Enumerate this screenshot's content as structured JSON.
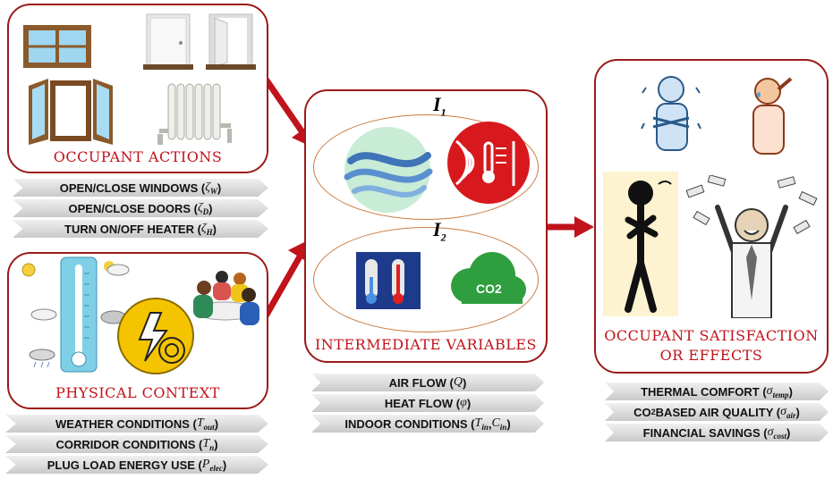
{
  "occupant_actions": {
    "title": "OCCUPANT ACTIONS",
    "items": [
      {
        "text": "OPEN/CLOSE WINDOWS (",
        "sym": "ζ",
        "sub": "W",
        "close": ")"
      },
      {
        "text": "OPEN/CLOSE DOORS (",
        "sym": "ζ",
        "sub": "D",
        "close": ")"
      },
      {
        "text": "TURN ON/OFF HEATER (",
        "sym": "ζ",
        "sub": "H",
        "close": ")"
      }
    ]
  },
  "physical_context": {
    "title": "PHYSICAL CONTEXT",
    "items": [
      {
        "text": "WEATHER CONDITIONS (",
        "sym": "T",
        "sub": "out",
        "close": ")"
      },
      {
        "text": "CORRIDOR CONDITIONS (",
        "sym": "T",
        "sub": "n",
        "close": ")"
      },
      {
        "text": "PLUG LOAD ENERGY USE (",
        "sym": "P",
        "sub": "elec",
        "close": ")"
      }
    ]
  },
  "intermediate": {
    "title": "INTERMEDIATE VARIABLES",
    "i1": {
      "sym": "I",
      "sub": "1"
    },
    "i2": {
      "sym": "I",
      "sub": "2"
    },
    "co2_icon_text": "CO2",
    "items": [
      {
        "text": "AIR FLOW (",
        "sym": "Q",
        "close": ")"
      },
      {
        "text": "HEAT FLOW (",
        "sym": "φ",
        "close": ")"
      },
      {
        "text": "INDOOR CONDITIONS (",
        "sym": "T",
        "sub": "in",
        "sep": ", ",
        "sym2": "C",
        "sub2": "in",
        "close": ")"
      }
    ]
  },
  "satisfaction": {
    "title_line1": "OCCUPANT SATISFACTION",
    "title_line2": "OR EFFECTS",
    "items": [
      {
        "text": "THERMAL COMFORT (",
        "sym": "σ",
        "sub": "temp",
        "close": ")"
      },
      {
        "text_a": "CO",
        "text_sub": "2",
        "text_b": " BASED AIR QUALITY (",
        "sym": "σ",
        "sub": "air",
        "close": ")"
      },
      {
        "text": "FINANCIAL SAVINGS (",
        "sym": "σ",
        "sub": "cost",
        "close": ")"
      }
    ]
  },
  "colors": {
    "panel_border": "#9b1b1b",
    "title_red": "#c0131b",
    "arrow_red": "#c0131b"
  }
}
